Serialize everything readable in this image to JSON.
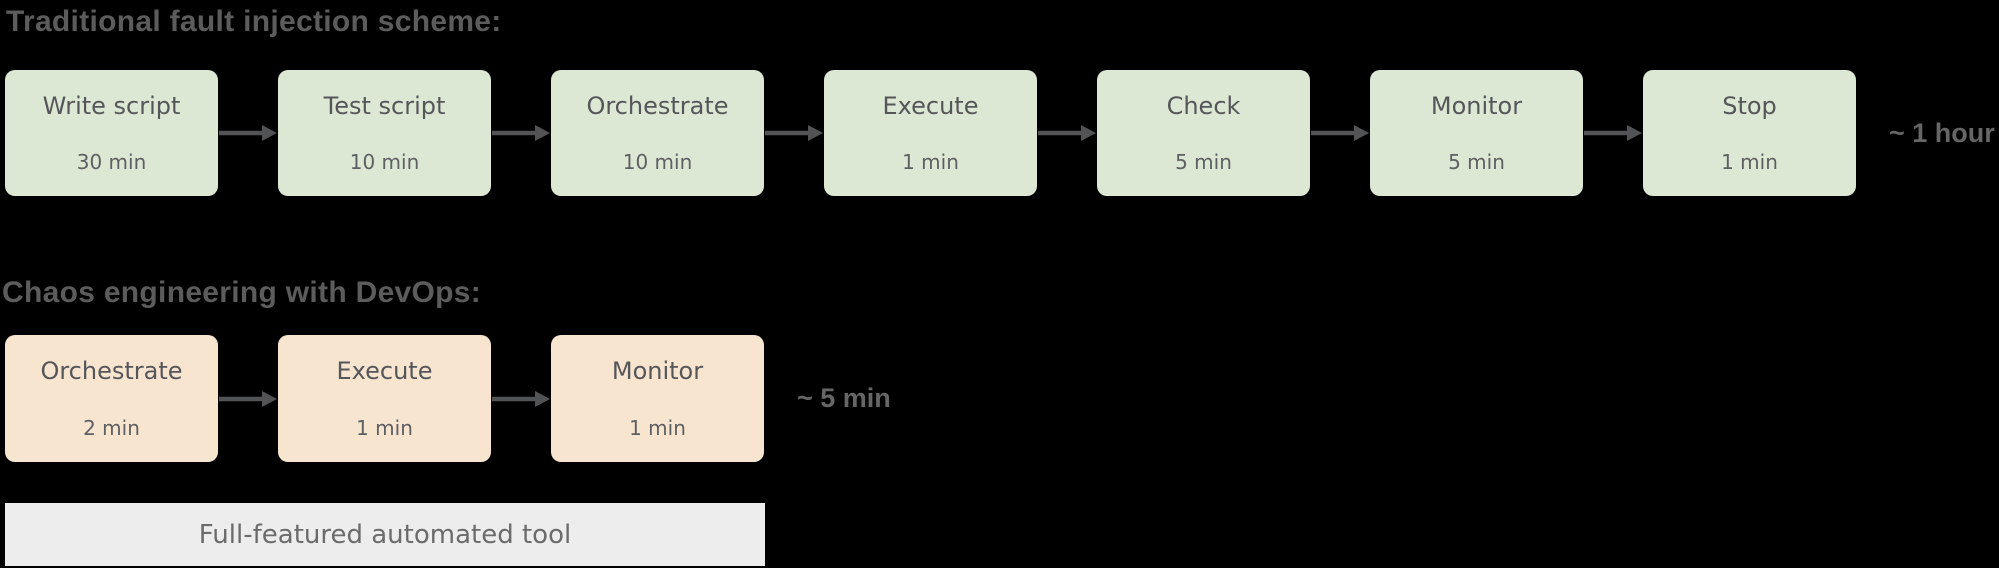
{
  "background_color": "#000000",
  "arrow_color": "#525355",
  "sections": [
    {
      "title": "Traditional fault injection scheme:",
      "box_color": "#dde8d4",
      "text_color": "#55565a",
      "steps": [
        {
          "label": "Write script",
          "time": "30 min"
        },
        {
          "label": "Test script",
          "time": "10 min"
        },
        {
          "label": "Orchestrate",
          "time": "10 min"
        },
        {
          "label": "Execute",
          "time": "1 min"
        },
        {
          "label": "Check",
          "time": "5 min"
        },
        {
          "label": "Monitor",
          "time": "5 min"
        },
        {
          "label": "Stop",
          "time": "1 min"
        }
      ],
      "total_label": "~ 1 hour"
    },
    {
      "title": "Chaos engineering with DevOps:",
      "box_color": "#f8e5d0",
      "text_color": "#55565a",
      "steps": [
        {
          "label": "Orchestrate",
          "time": "2 min"
        },
        {
          "label": "Execute",
          "time": "1 min"
        },
        {
          "label": "Monitor",
          "time": "1 min"
        }
      ],
      "total_label": "~ 5 min",
      "footer": {
        "label": "Full-featured automated tool",
        "background": "#ededed"
      }
    }
  ]
}
